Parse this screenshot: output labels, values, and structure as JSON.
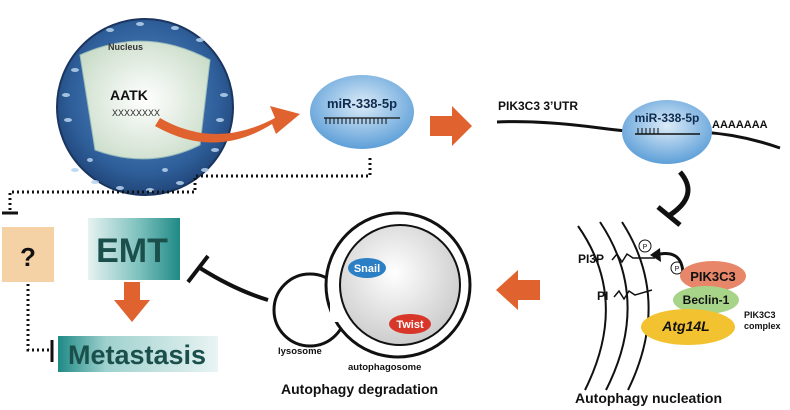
{
  "nucleus": {
    "label": "Nucleus",
    "gene": "AATK",
    "dna": "XXXXXXXX"
  },
  "mirna": {
    "label": "miR-338-5p"
  },
  "mrna": {
    "utr_label": "PIK3C3 3’UTR",
    "mirna_label": "miR-338-5p",
    "polya": "AAAAAAA"
  },
  "unknown": {
    "label": "?"
  },
  "emt": {
    "label": "EMT"
  },
  "metastasis": {
    "label": "Metastasis"
  },
  "autophagy": {
    "snail": "Snail",
    "twist": "Twist",
    "lysosome": "lysosome",
    "autophagosome": "autophagosome",
    "degradation_title": "Autophagy degradation"
  },
  "nucleation": {
    "pi3p": "PI3P",
    "pi": "PI",
    "phospho": "P",
    "pik3c3": "PIK3C3",
    "beclin": "Beclin-1",
    "atg14l": "Atg14L",
    "complex_line1": "PIK3C3",
    "complex_line2": "complex",
    "title": "Autophagy nucleation"
  },
  "colors": {
    "arrow": "#e0622e",
    "box_teal": "#1f8a86",
    "box_tan": "#f5d2a6",
    "mirna_blue": "#7fb5e3",
    "pik3c3": "#e8866a",
    "beclin": "#a8d48a",
    "atg14l": "#f2c230",
    "snail": "#2b7fc4",
    "twist": "#d9362a"
  }
}
